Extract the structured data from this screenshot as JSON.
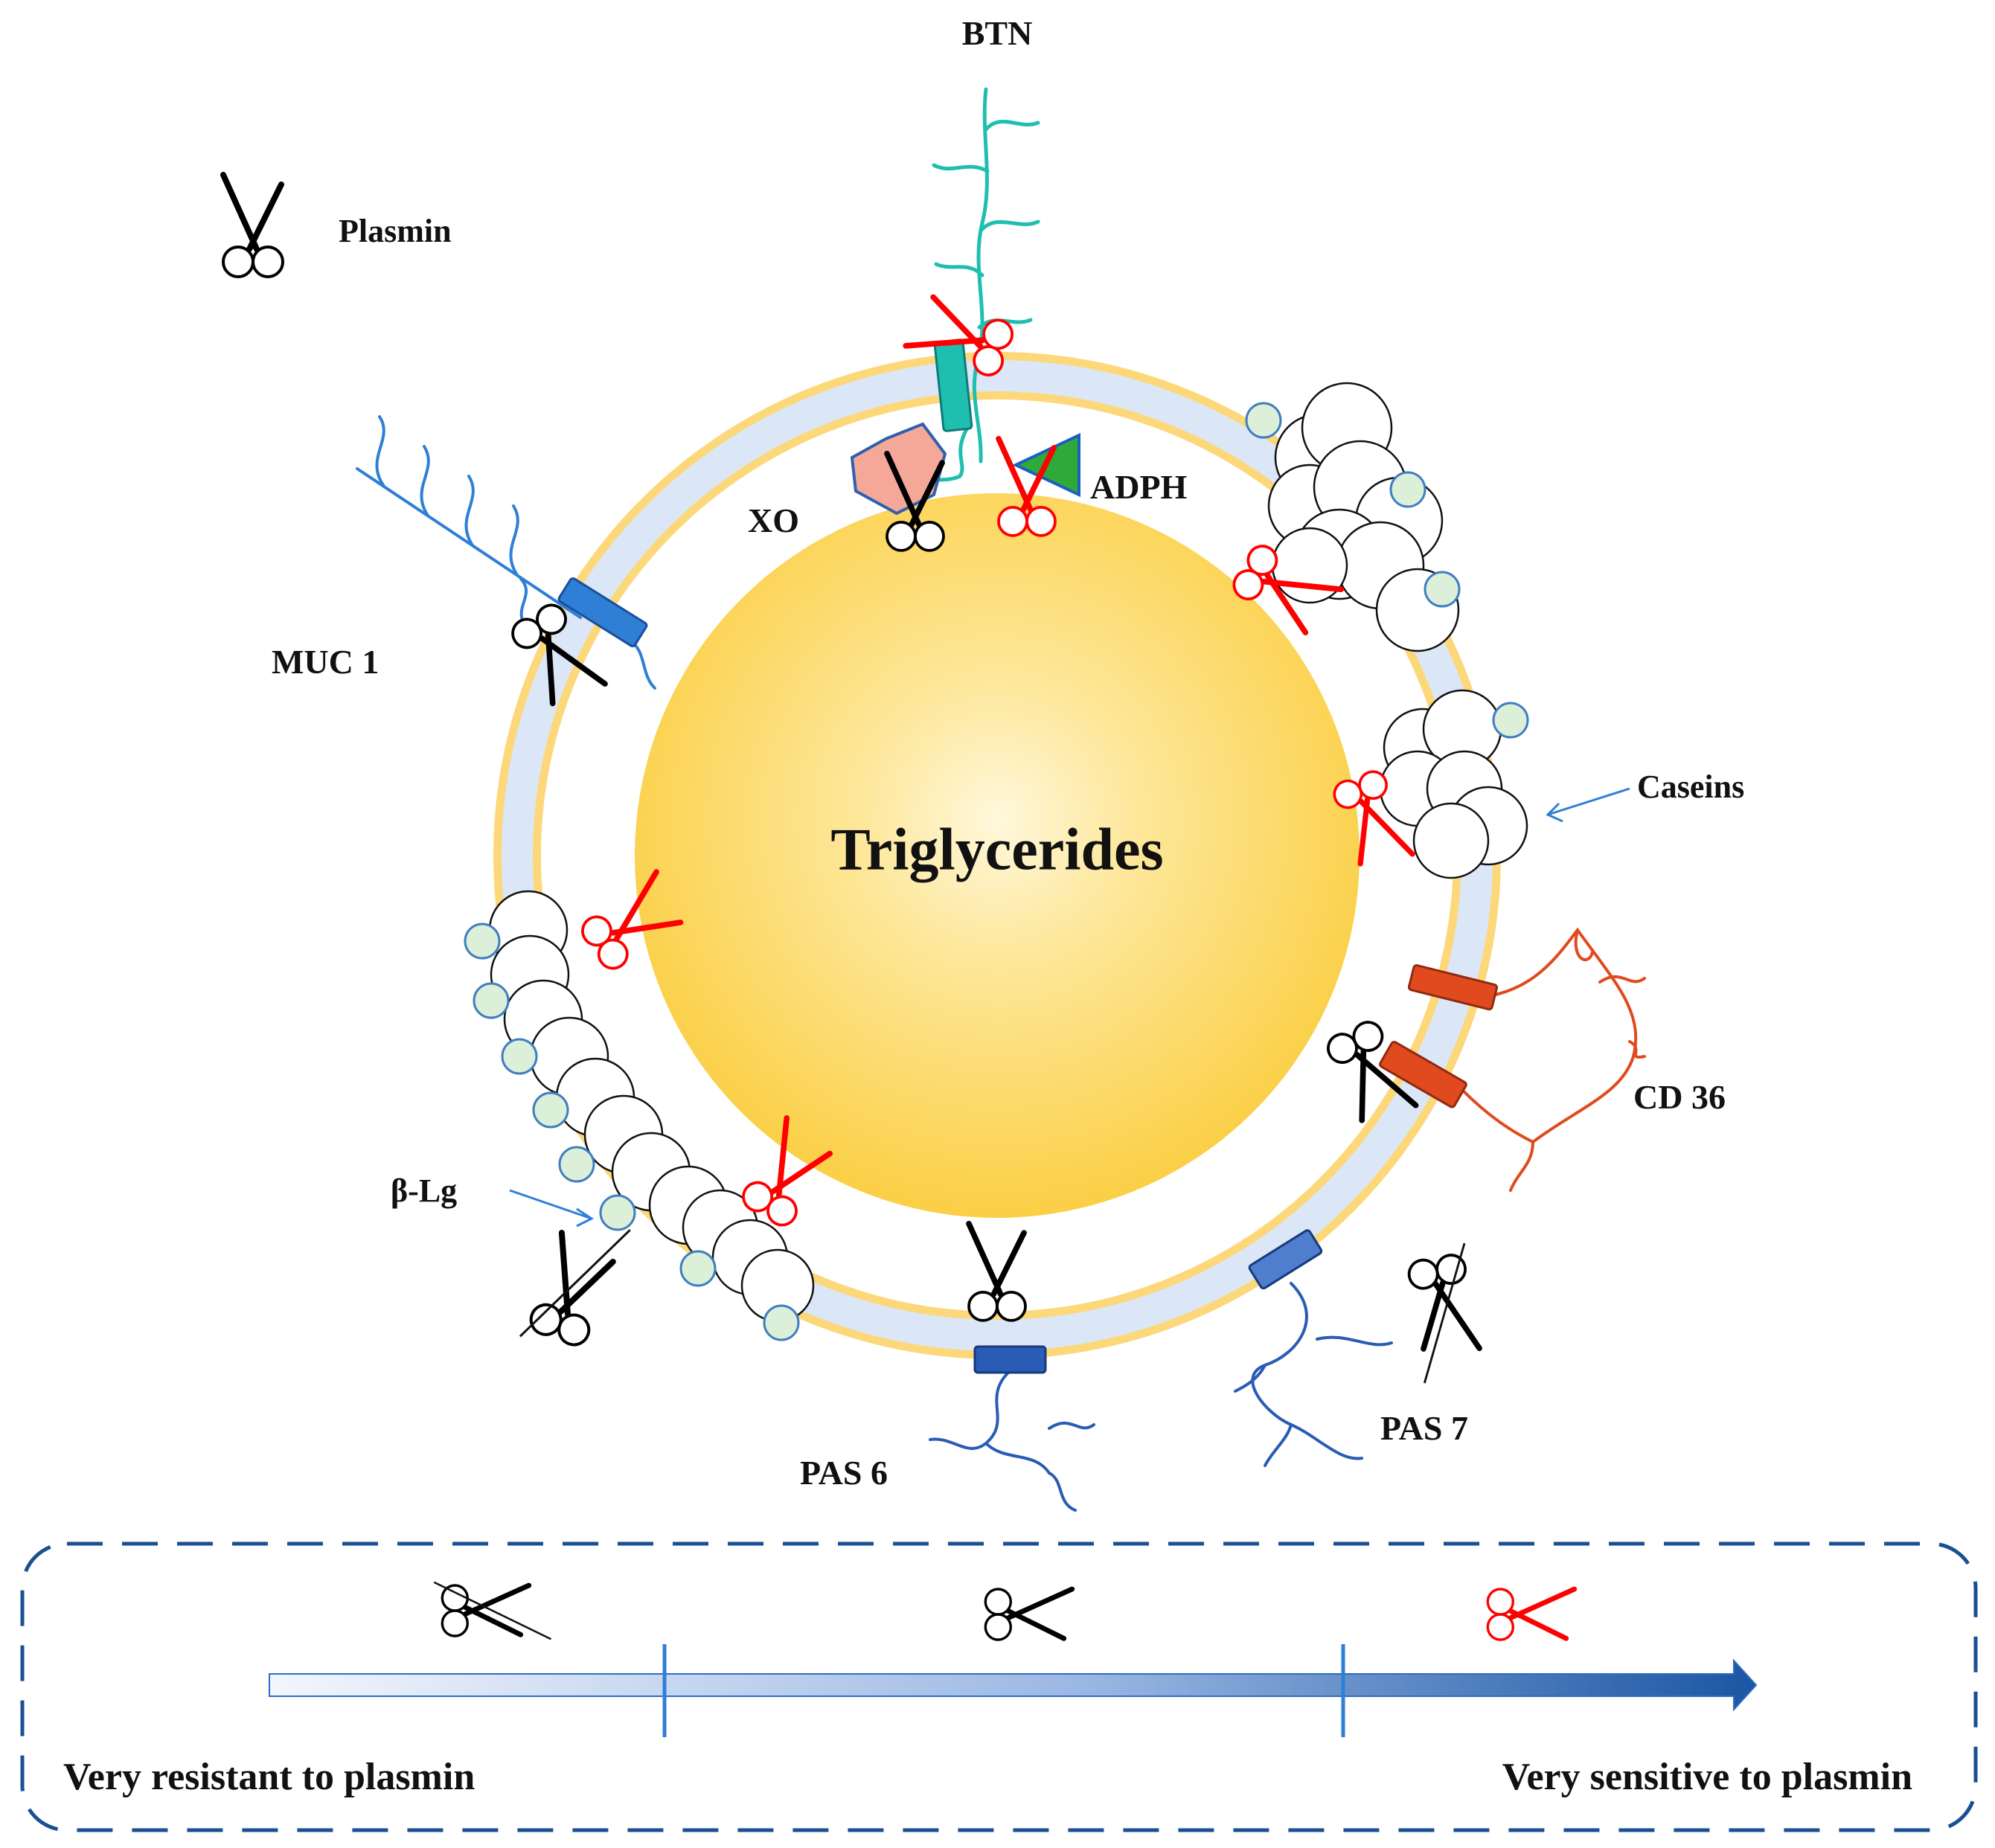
{
  "labels": {
    "btn": "BTN",
    "plasmin": "Plasmin",
    "xo": "XO",
    "adph": "ADPH",
    "muc1": "MUC 1",
    "caseins": "Caseins",
    "triglycerides": "Triglycerides",
    "cd36": "CD 36",
    "blg": "β-Lg",
    "pas6": "PAS 6",
    "pas7": "PAS 7"
  },
  "scale": {
    "left_label": "Very resistant to plasmin",
    "right_label": "Very sensitive to plasmin"
  },
  "colors": {
    "core": "#fcd34d",
    "membrane_band": "#dbe7f6",
    "membrane_edge": "#fcd87a",
    "btn": "#1fbfb0",
    "muc1": "#2f7fd6",
    "cd36": "#e04a1e",
    "pas": "#2a5bb5",
    "xo": "#f5a898",
    "adph": "#2eaa3a",
    "casein_dot": "#dcefd9",
    "sensitive": "#ff0000",
    "moderate": "#000000",
    "scale_arrow": "#1b56a3"
  },
  "icons": {
    "plasmin": "scissors-icon",
    "resistant": "crossed-scissors-icon"
  }
}
